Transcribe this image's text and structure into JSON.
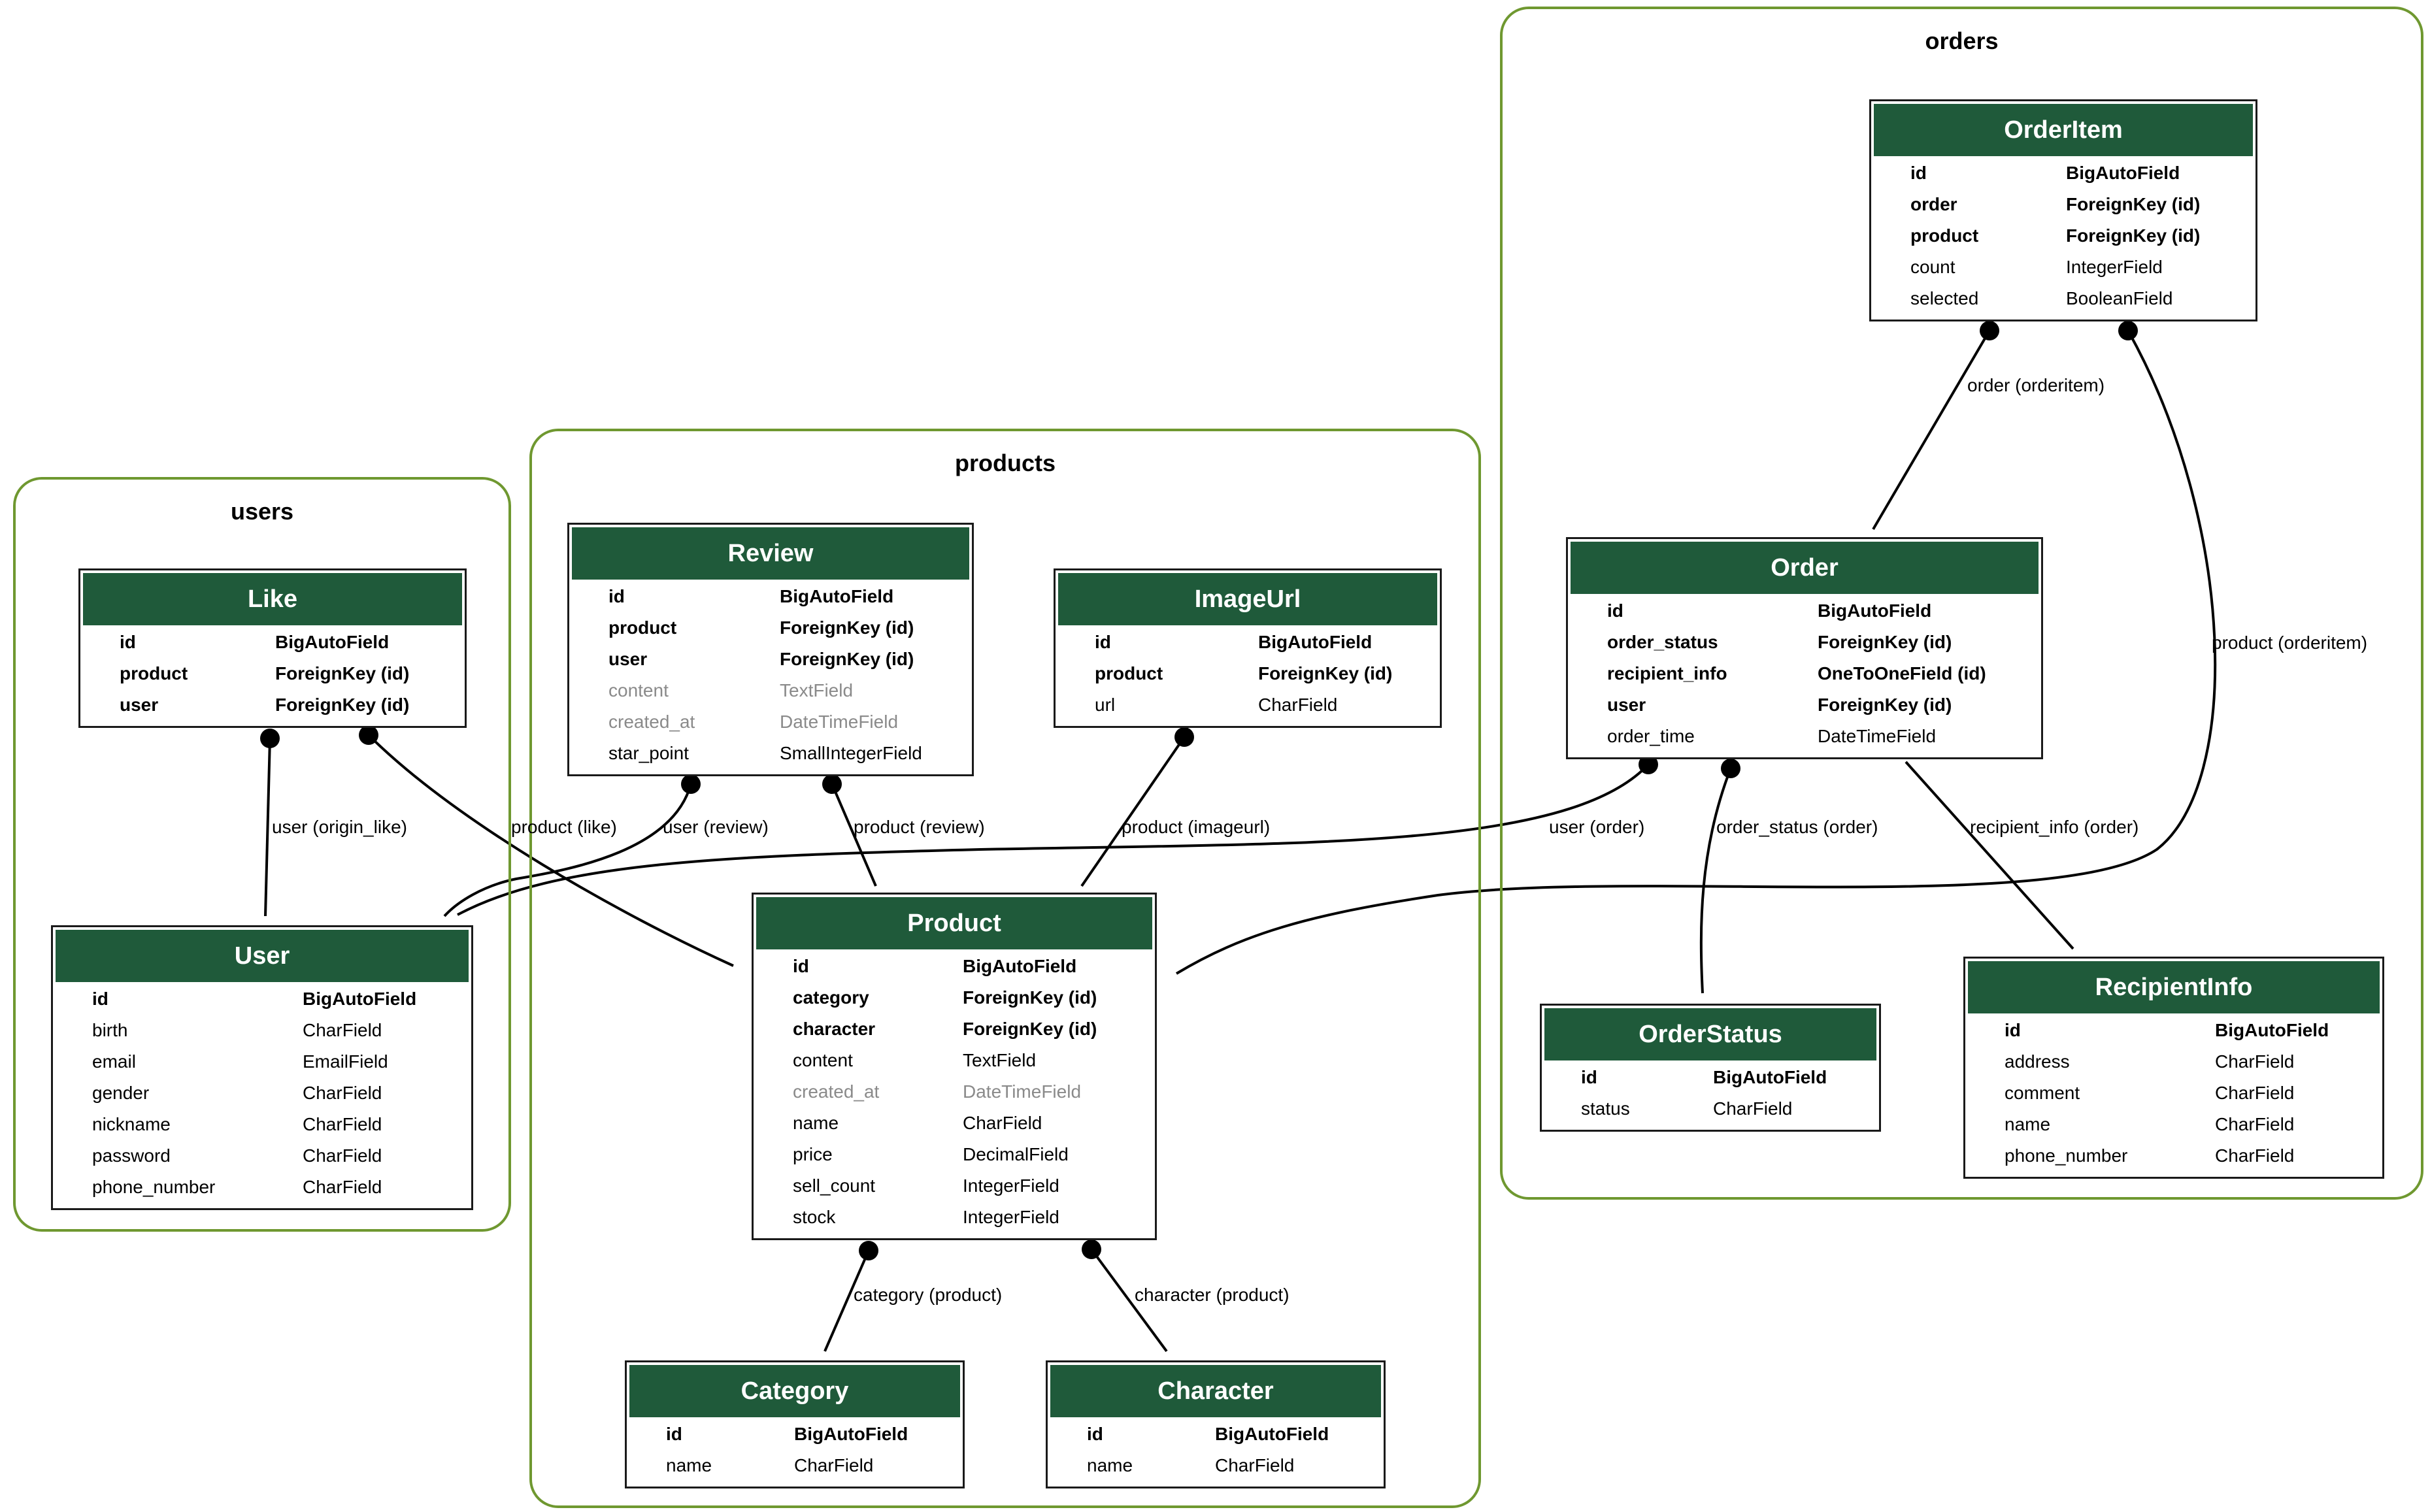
{
  "clusters": [
    {
      "id": "users",
      "label": "users"
    },
    {
      "id": "products",
      "label": "products"
    },
    {
      "id": "orders",
      "label": "orders"
    }
  ],
  "models": {
    "Like": {
      "title": "Like",
      "fields": [
        {
          "name": "id",
          "type": "BigAutoField",
          "style": "key"
        },
        {
          "name": "product",
          "type": "ForeignKey (id)",
          "style": "key"
        },
        {
          "name": "user",
          "type": "ForeignKey (id)",
          "style": "key"
        }
      ]
    },
    "User": {
      "title": "User",
      "fields": [
        {
          "name": "id",
          "type": "BigAutoField",
          "style": "key"
        },
        {
          "name": "birth",
          "type": "CharField",
          "style": "normal"
        },
        {
          "name": "email",
          "type": "EmailField",
          "style": "normal"
        },
        {
          "name": "gender",
          "type": "CharField",
          "style": "normal"
        },
        {
          "name": "nickname",
          "type": "CharField",
          "style": "normal"
        },
        {
          "name": "password",
          "type": "CharField",
          "style": "normal"
        },
        {
          "name": "phone_number",
          "type": "CharField",
          "style": "normal"
        }
      ]
    },
    "Review": {
      "title": "Review",
      "fields": [
        {
          "name": "id",
          "type": "BigAutoField",
          "style": "key"
        },
        {
          "name": "product",
          "type": "ForeignKey (id)",
          "style": "key"
        },
        {
          "name": "user",
          "type": "ForeignKey (id)",
          "style": "key"
        },
        {
          "name": "content",
          "type": "TextField",
          "style": "muted"
        },
        {
          "name": "created_at",
          "type": "DateTimeField",
          "style": "muted"
        },
        {
          "name": "star_point",
          "type": "SmallIntegerField",
          "style": "normal"
        }
      ]
    },
    "ImageUrl": {
      "title": "ImageUrl",
      "fields": [
        {
          "name": "id",
          "type": "BigAutoField",
          "style": "key"
        },
        {
          "name": "product",
          "type": "ForeignKey (id)",
          "style": "key"
        },
        {
          "name": "url",
          "type": "CharField",
          "style": "normal"
        }
      ]
    },
    "Product": {
      "title": "Product",
      "fields": [
        {
          "name": "id",
          "type": "BigAutoField",
          "style": "key"
        },
        {
          "name": "category",
          "type": "ForeignKey (id)",
          "style": "key"
        },
        {
          "name": "character",
          "type": "ForeignKey (id)",
          "style": "key"
        },
        {
          "name": "content",
          "type": "TextField",
          "style": "normal"
        },
        {
          "name": "created_at",
          "type": "DateTimeField",
          "style": "muted"
        },
        {
          "name": "name",
          "type": "CharField",
          "style": "normal"
        },
        {
          "name": "price",
          "type": "DecimalField",
          "style": "normal"
        },
        {
          "name": "sell_count",
          "type": "IntegerField",
          "style": "normal"
        },
        {
          "name": "stock",
          "type": "IntegerField",
          "style": "normal"
        }
      ]
    },
    "Category": {
      "title": "Category",
      "fields": [
        {
          "name": "id",
          "type": "BigAutoField",
          "style": "key"
        },
        {
          "name": "name",
          "type": "CharField",
          "style": "normal"
        }
      ]
    },
    "Character": {
      "title": "Character",
      "fields": [
        {
          "name": "id",
          "type": "BigAutoField",
          "style": "key"
        },
        {
          "name": "name",
          "type": "CharField",
          "style": "normal"
        }
      ]
    },
    "OrderItem": {
      "title": "OrderItem",
      "fields": [
        {
          "name": "id",
          "type": "BigAutoField",
          "style": "key"
        },
        {
          "name": "order",
          "type": "ForeignKey (id)",
          "style": "key"
        },
        {
          "name": "product",
          "type": "ForeignKey (id)",
          "style": "key"
        },
        {
          "name": "count",
          "type": "IntegerField",
          "style": "normal"
        },
        {
          "name": "selected",
          "type": "BooleanField",
          "style": "normal"
        }
      ]
    },
    "Order": {
      "title": "Order",
      "fields": [
        {
          "name": "id",
          "type": "BigAutoField",
          "style": "key"
        },
        {
          "name": "order_status",
          "type": "ForeignKey (id)",
          "style": "key"
        },
        {
          "name": "recipient_info",
          "type": "OneToOneField (id)",
          "style": "key"
        },
        {
          "name": "user",
          "type": "ForeignKey (id)",
          "style": "key"
        },
        {
          "name": "order_time",
          "type": "DateTimeField",
          "style": "normal"
        }
      ]
    },
    "OrderStatus": {
      "title": "OrderStatus",
      "fields": [
        {
          "name": "id",
          "type": "BigAutoField",
          "style": "key"
        },
        {
          "name": "status",
          "type": "CharField",
          "style": "normal"
        }
      ]
    },
    "RecipientInfo": {
      "title": "RecipientInfo",
      "fields": [
        {
          "name": "id",
          "type": "BigAutoField",
          "style": "key"
        },
        {
          "name": "address",
          "type": "CharField",
          "style": "normal"
        },
        {
          "name": "comment",
          "type": "CharField",
          "style": "normal"
        },
        {
          "name": "name",
          "type": "CharField",
          "style": "normal"
        },
        {
          "name": "phone_number",
          "type": "CharField",
          "style": "normal"
        }
      ]
    }
  },
  "relations": [
    {
      "id": "user_origin_like",
      "label": "user (origin_like)",
      "from": "Like",
      "to": "User"
    },
    {
      "id": "product_like",
      "label": "product (like)",
      "from": "Like",
      "to": "Product"
    },
    {
      "id": "user_review",
      "label": "user (review)",
      "from": "Review",
      "to": "User"
    },
    {
      "id": "product_review",
      "label": "product (review)",
      "from": "Review",
      "to": "Product"
    },
    {
      "id": "product_imageurl",
      "label": "product (imageurl)",
      "from": "ImageUrl",
      "to": "Product"
    },
    {
      "id": "category_product",
      "label": "category (product)",
      "from": "Product",
      "to": "Category"
    },
    {
      "id": "character_product",
      "label": "character (product)",
      "from": "Product",
      "to": "Character"
    },
    {
      "id": "order_orderitem",
      "label": "order (orderitem)",
      "from": "OrderItem",
      "to": "Order"
    },
    {
      "id": "product_orderitem",
      "label": "product (orderitem)",
      "from": "OrderItem",
      "to": "Product"
    },
    {
      "id": "user_order",
      "label": "user (order)",
      "from": "Order",
      "to": "User"
    },
    {
      "id": "order_status_order",
      "label": "order_status (order)",
      "from": "Order",
      "to": "OrderStatus"
    },
    {
      "id": "recipient_info_order",
      "label": "recipient_info (order)",
      "from": "Order",
      "to": "RecipientInfo"
    }
  ]
}
